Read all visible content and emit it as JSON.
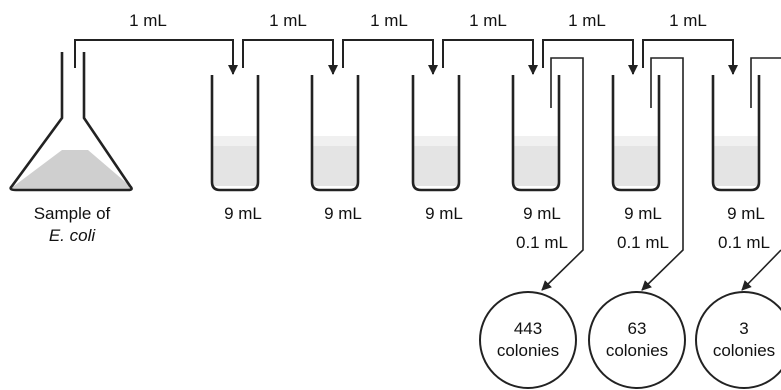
{
  "diagram": {
    "transfer_labels": [
      "1 mL",
      "1 mL",
      "1 mL",
      "1 mL",
      "1 mL",
      "1 mL"
    ],
    "flask_label": {
      "line1": "Sample of",
      "line2": "E. coli"
    },
    "tube_labels": [
      "9 mL",
      "9 mL",
      "9 mL",
      "9 mL",
      "9 mL",
      "9 mL"
    ],
    "plating_labels": [
      "0.1 mL",
      "0.1 mL",
      "0.1 mL"
    ],
    "plates": [
      {
        "count": "443",
        "unit": "colonies"
      },
      {
        "count": "63",
        "unit": "colonies"
      },
      {
        "count": "3",
        "unit": "colonies"
      }
    ],
    "colors": {
      "liquid": "#d0d0d0",
      "tube_liquid": "#e6e6e6",
      "outline": "#222222"
    }
  }
}
